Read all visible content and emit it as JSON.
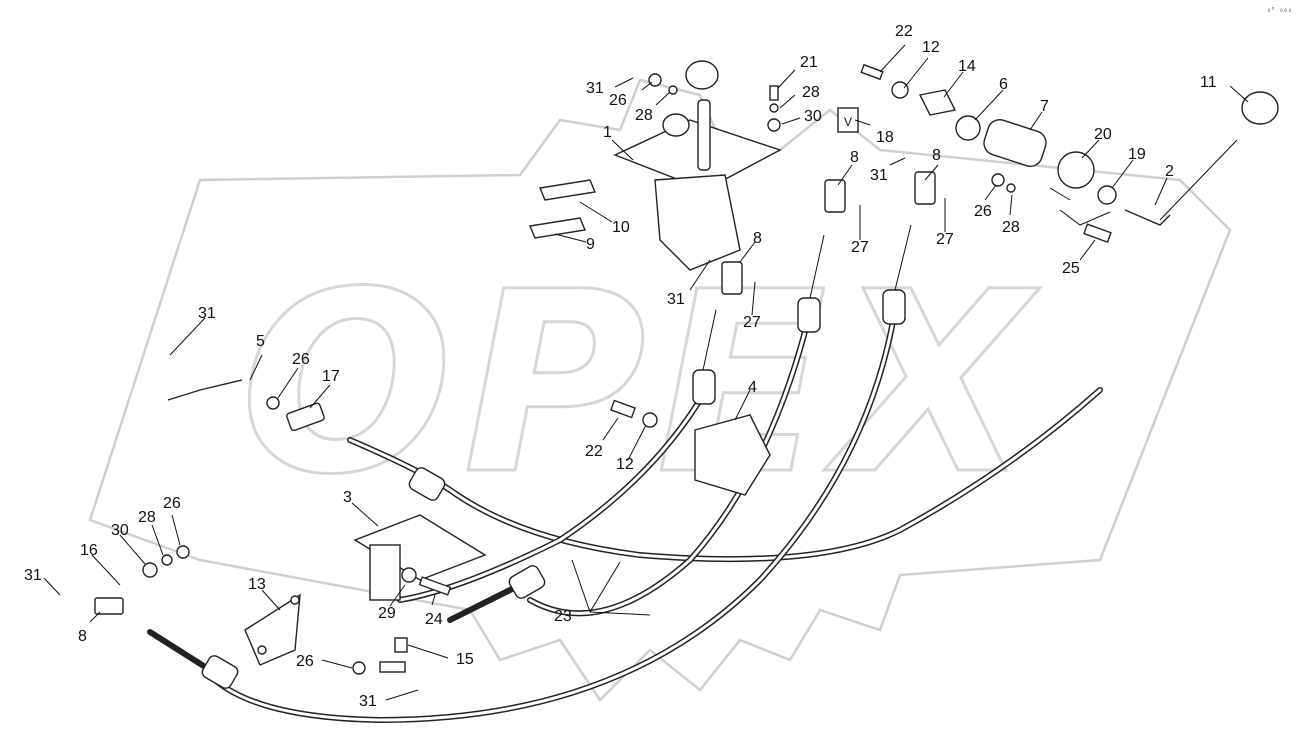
{
  "diagram": {
    "watermark_text": "OPEX",
    "corner_mark": "₀⁰ ₀₀₀",
    "callouts": [
      {
        "id": "c1",
        "label": "1"
      },
      {
        "id": "c2",
        "label": "2"
      },
      {
        "id": "c3",
        "label": "3"
      },
      {
        "id": "c4",
        "label": "4"
      },
      {
        "id": "c5",
        "label": "5"
      },
      {
        "id": "c6",
        "label": "6"
      },
      {
        "id": "c7",
        "label": "7"
      },
      {
        "id": "c8a",
        "label": "8"
      },
      {
        "id": "c8b",
        "label": "8"
      },
      {
        "id": "c8c",
        "label": "8"
      },
      {
        "id": "c8d",
        "label": "8"
      },
      {
        "id": "c9",
        "label": "9"
      },
      {
        "id": "c10",
        "label": "10"
      },
      {
        "id": "c11",
        "label": "11"
      },
      {
        "id": "c12a",
        "label": "12"
      },
      {
        "id": "c12b",
        "label": "12"
      },
      {
        "id": "c13",
        "label": "13"
      },
      {
        "id": "c14",
        "label": "14"
      },
      {
        "id": "c15",
        "label": "15"
      },
      {
        "id": "c16",
        "label": "16"
      },
      {
        "id": "c17",
        "label": "17"
      },
      {
        "id": "c18",
        "label": "18"
      },
      {
        "id": "c19",
        "label": "19"
      },
      {
        "id": "c20",
        "label": "20"
      },
      {
        "id": "c21",
        "label": "21"
      },
      {
        "id": "c22a",
        "label": "22"
      },
      {
        "id": "c22b",
        "label": "22"
      },
      {
        "id": "c23",
        "label": "23"
      },
      {
        "id": "c24",
        "label": "24"
      },
      {
        "id": "c25",
        "label": "25"
      },
      {
        "id": "c26a",
        "label": "26"
      },
      {
        "id": "c26b",
        "label": "26"
      },
      {
        "id": "c26c",
        "label": "26"
      },
      {
        "id": "c26d",
        "label": "26"
      },
      {
        "id": "c26e",
        "label": "26"
      },
      {
        "id": "c27a",
        "label": "27"
      },
      {
        "id": "c27b",
        "label": "27"
      },
      {
        "id": "c27c",
        "label": "27"
      },
      {
        "id": "c28a",
        "label": "28"
      },
      {
        "id": "c28b",
        "label": "28"
      },
      {
        "id": "c28c",
        "label": "28"
      },
      {
        "id": "c28d",
        "label": "28"
      },
      {
        "id": "c29",
        "label": "29"
      },
      {
        "id": "c30a",
        "label": "30"
      },
      {
        "id": "c30b",
        "label": "30"
      },
      {
        "id": "c31a",
        "label": "31"
      },
      {
        "id": "c31b",
        "label": "31"
      },
      {
        "id": "c31c",
        "label": "31"
      },
      {
        "id": "c31d",
        "label": "31"
      },
      {
        "id": "c31e",
        "label": "31"
      },
      {
        "id": "c31f",
        "label": "31"
      }
    ]
  }
}
